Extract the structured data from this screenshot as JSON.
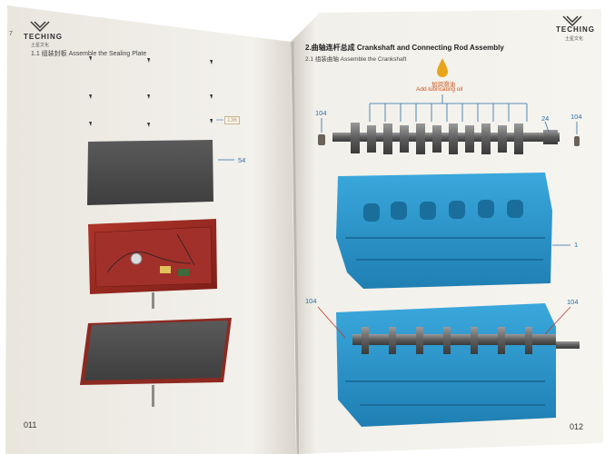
{
  "brand": {
    "name": "TECHING",
    "tagline": "土星文化"
  },
  "left_page": {
    "marker": "7",
    "subtitle": "1.1 组装封板 Assemble the Sealing Plate",
    "callouts": [
      "136",
      "54"
    ],
    "page_number": "011"
  },
  "right_page": {
    "title": "2.曲轴连杆总成 Crankshaft and Connecting Rod Assembly",
    "subtitle": "2.1 组装曲轴 Assemble the Crankshaft",
    "oil_hint_cn": "加润滑油",
    "oil_hint_en": "Add lubricating oil",
    "callouts": {
      "bearing_left": "104",
      "shaft_end": "24",
      "bearing_right": "104",
      "block": "1",
      "assembly_left": "104",
      "assembly_right": "104"
    },
    "page_number": "012"
  },
  "colors": {
    "paper": "#f4f1ea",
    "engine_block": "#2f9bd0",
    "red_frame": "#9e2c22",
    "callout_line": "#2a6da8",
    "oil_drop": "#e8a51b"
  }
}
